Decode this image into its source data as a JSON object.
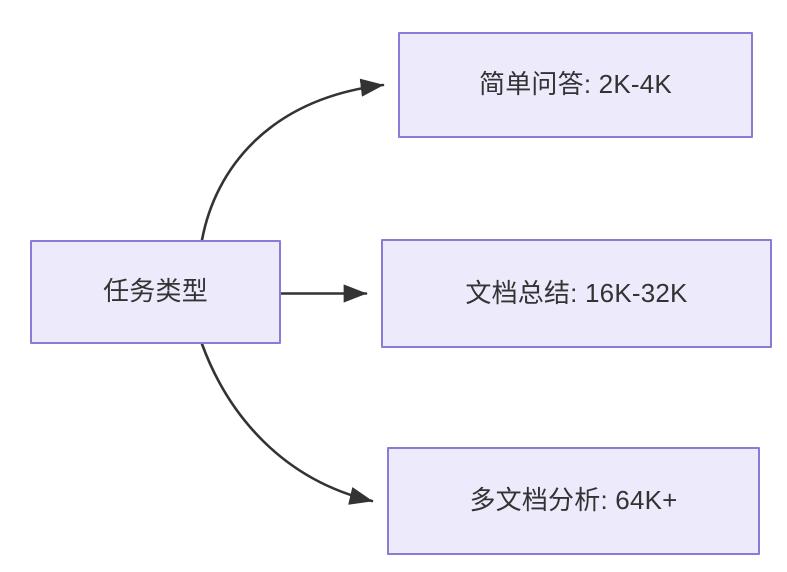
{
  "diagram": {
    "type": "flowchart",
    "direction": "left-to-right",
    "background_color": "#ffffff",
    "node_fill_color": "#ECEAFB",
    "node_border_color": "#8B7AD6",
    "node_text_color": "#333333",
    "edge_color": "#333333",
    "source": {
      "id": "task-type",
      "label": "任务类型"
    },
    "targets": [
      {
        "id": "simple-qa",
        "label": "简单问答: 2K-4K",
        "task": "简单问答",
        "context_range": "2K-4K"
      },
      {
        "id": "doc-summary",
        "label": "文档总结: 16K-32K",
        "task": "文档总结",
        "context_range": "16K-32K"
      },
      {
        "id": "multi-doc",
        "label": "多文档分析: 64K+",
        "task": "多文档分析",
        "context_range": "64K+"
      }
    ],
    "edges": [
      {
        "id": "edge-to-simple-qa",
        "from": "任务类型",
        "to": "简单问答: 2K-4K",
        "style": "curved",
        "arrow": "filled-triangle"
      },
      {
        "id": "edge-to-doc-summary",
        "from": "任务类型",
        "to": "文档总结: 16K-32K",
        "style": "straight",
        "arrow": "filled-triangle"
      },
      {
        "id": "edge-to-multi-doc",
        "from": "任务类型",
        "to": "多文档分析: 64K+",
        "style": "curved",
        "arrow": "filled-triangle"
      }
    ]
  }
}
